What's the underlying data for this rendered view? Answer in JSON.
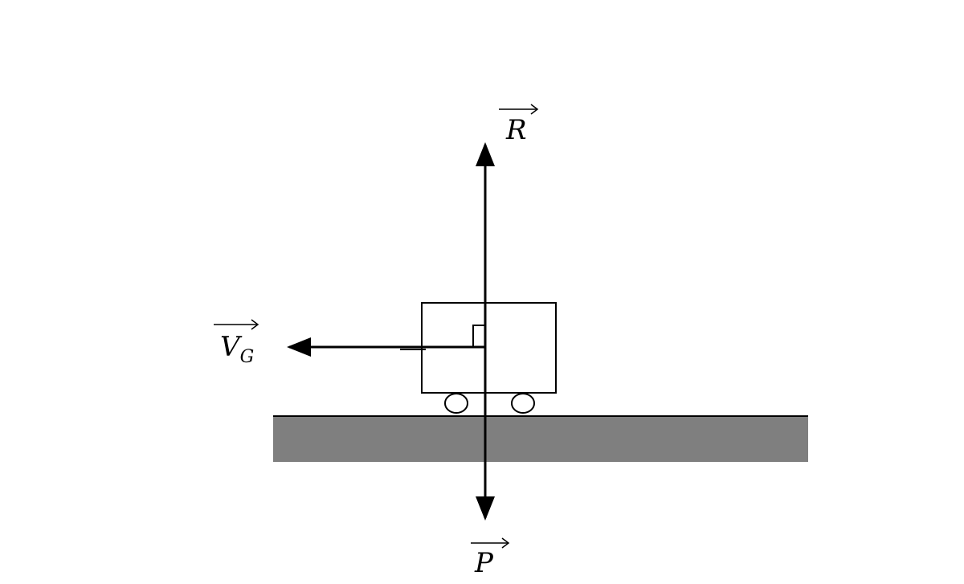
{
  "diagram": {
    "labels": {
      "reaction": "R",
      "weight": "P",
      "velocity": "V",
      "velocity_subscript": "G"
    },
    "colors": {
      "ink": "#000000",
      "ground_fill": "#7f7f7f",
      "cart_fill": "#ffffff",
      "background": "#ffffff"
    }
  }
}
